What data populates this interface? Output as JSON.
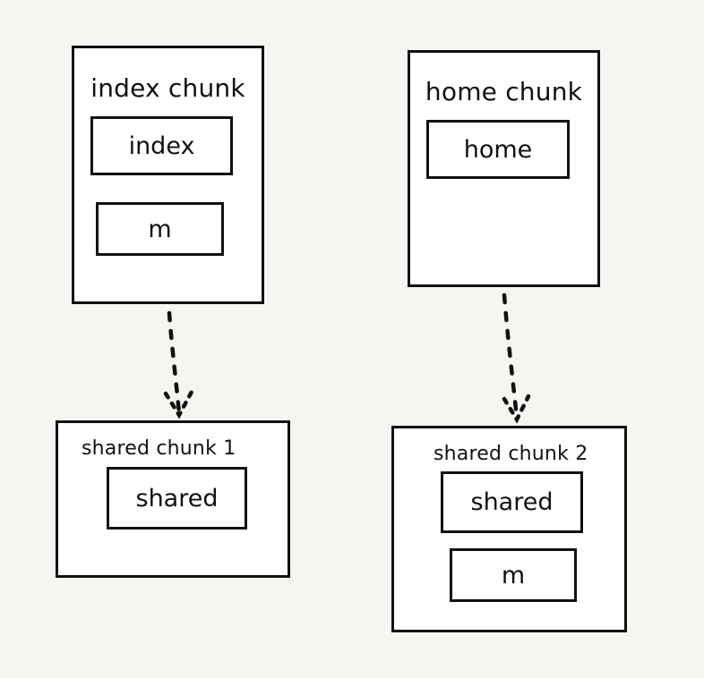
{
  "diagram": {
    "index_chunk": {
      "title": "index chunk",
      "modules": [
        "index",
        "m"
      ]
    },
    "home_chunk": {
      "title": "home chunk",
      "modules": [
        "home"
      ]
    },
    "shared_chunk_1": {
      "title": "shared chunk 1",
      "modules": [
        "shared"
      ]
    },
    "shared_chunk_2": {
      "title": "shared chunk 2",
      "modules": [
        "shared",
        "m"
      ]
    },
    "colors": {
      "background": "#f6f5f2",
      "box_fill": "#ffffff",
      "stroke": "#111111"
    },
    "edges": [
      {
        "from": "index chunk",
        "to": "shared chunk 1",
        "style": "dotted-arrow"
      },
      {
        "from": "home chunk",
        "to": "shared chunk 2",
        "style": "dotted-arrow"
      }
    ]
  }
}
